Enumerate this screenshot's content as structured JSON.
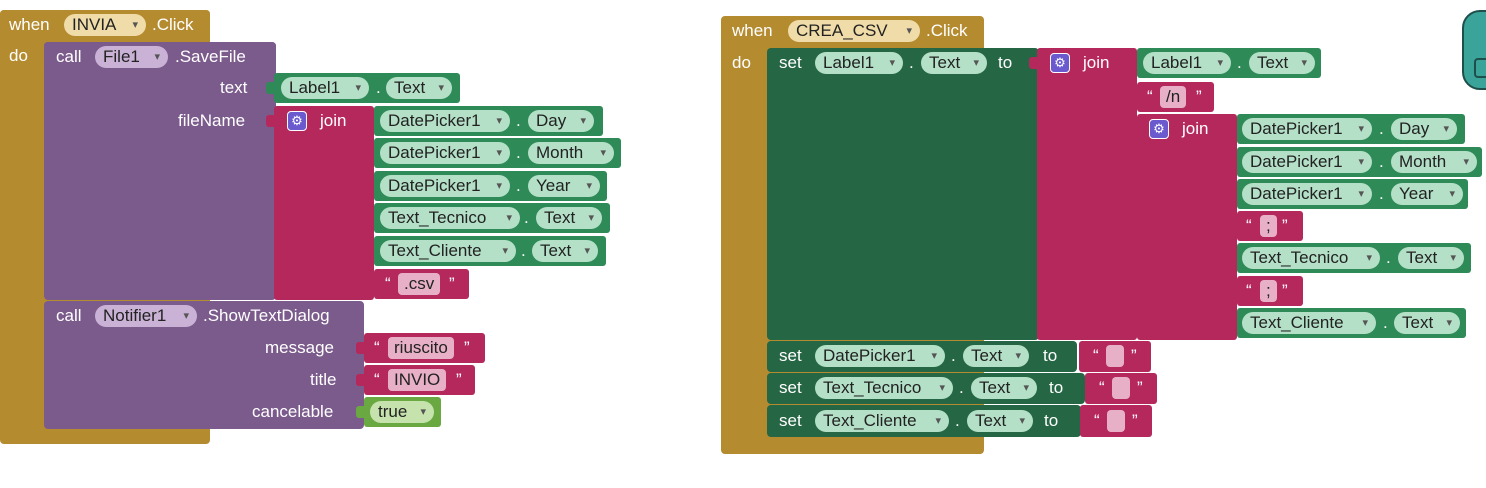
{
  "colors": {
    "event": "#b58b30",
    "call": "#7b5a8c",
    "set": "#256644",
    "component": "#2e8b57",
    "text": "#b5285c",
    "logic": "#6aa842"
  },
  "kw": {
    "when": "when",
    "do": "do",
    "call": "call",
    "set": "set",
    "to": "to",
    "join": "join",
    "click": ".Click",
    "dot": ".",
    "open_q": "“",
    "close_q": "”"
  },
  "left": {
    "component": "INVIA",
    "call1": {
      "component": "File1",
      "method": ".SaveFile",
      "arg_text": "text",
      "arg_filename": "fileName",
      "text_comp": "Label1",
      "text_prop": "Text",
      "join_items": [
        {
          "comp": "DatePicker1",
          "prop": "Day"
        },
        {
          "comp": "DatePicker1",
          "prop": "Month"
        },
        {
          "comp": "DatePicker1",
          "prop": "Year"
        },
        {
          "comp": "Text_Tecnico",
          "prop": "Text"
        },
        {
          "comp": "Text_Cliente",
          "prop": "Text"
        }
      ],
      "join_text": ".csv"
    },
    "call2": {
      "component": "Notifier1",
      "method": ".ShowTextDialog",
      "arg_message": "message",
      "arg_title": "title",
      "arg_cancelable": "cancelable",
      "message": "riuscito",
      "title": "INVIO",
      "cancelable": "true"
    }
  },
  "right": {
    "component": "CREA_CSV",
    "set1": {
      "comp": "Label1",
      "prop": "Text",
      "join_label": {
        "comp": "Label1",
        "prop": "Text"
      },
      "join_text": "/n",
      "inner_join": [
        {
          "comp": "DatePicker1",
          "prop": "Day"
        },
        {
          "comp": "DatePicker1",
          "prop": "Month"
        },
        {
          "comp": "DatePicker1",
          "prop": "Year"
        },
        {
          "text": ";"
        },
        {
          "comp": "Text_Tecnico",
          "prop": "Text"
        },
        {
          "text": ";"
        },
        {
          "comp": "Text_Cliente",
          "prop": "Text"
        }
      ]
    },
    "set2": {
      "comp": "DatePicker1",
      "prop": "Text",
      "value": ""
    },
    "set3": {
      "comp": "Text_Tecnico",
      "prop": "Text",
      "value": ""
    },
    "set4": {
      "comp": "Text_Cliente",
      "prop": "Text",
      "value": ""
    }
  }
}
